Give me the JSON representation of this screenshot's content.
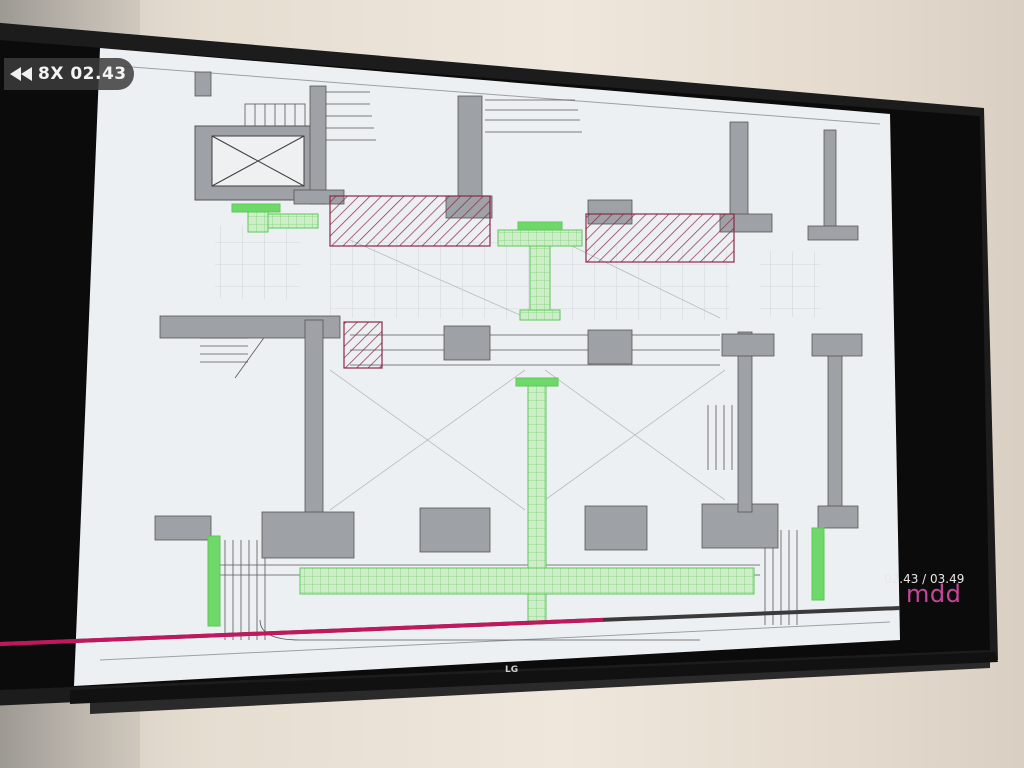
{
  "scene": {
    "description_free": true
  },
  "player": {
    "speed_label": "8X 02.43",
    "time_current": "02.43",
    "time_separator": "/",
    "time_total": "03.49",
    "time_readout": "02.43 / 03.49",
    "progress_fraction": 0.67,
    "brand": "mdd",
    "tv_logo": "LG"
  },
  "colors": {
    "progress": "#c0185f",
    "track": "#3a3a3a",
    "brand": "#c8469a",
    "plan_walls": "#9ea1a6",
    "plan_new": "#6fd86a",
    "plan_demolish": "#8a2a44",
    "screen_bg": "#edf0f3"
  },
  "icons": {
    "rewind": "rewind-icon",
    "brand": "mdd-logo"
  }
}
